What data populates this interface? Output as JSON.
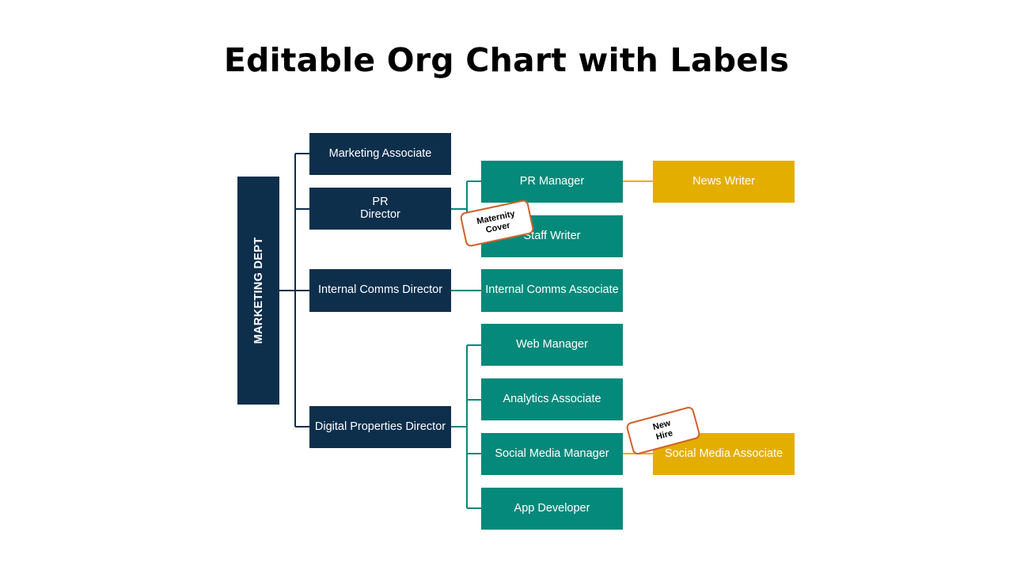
{
  "title": "Editable Org Chart with Labels",
  "department": "MARKETING DEPT",
  "directors": {
    "marketing_associate": "Marketing Associate",
    "pr_director": "PR\nDirector",
    "internal_comms_director": "Internal Comms Director",
    "digital_properties_director": "Digital Properties Director"
  },
  "staff": {
    "pr_manager": "PR Manager",
    "staff_writer": "Staff Writer",
    "internal_comms_associate": "Internal Comms Associate",
    "web_manager": "Web Manager",
    "analytics_associate": "Analytics Associate",
    "social_media_manager": "Social Media Manager",
    "app_developer": "App Developer"
  },
  "reports": {
    "news_writer": "News Writer",
    "social_media_associate": "Social Media Associate"
  },
  "labels": {
    "maternity_cover": {
      "line1": "Maternity",
      "line2": "Cover"
    },
    "new_hire": {
      "line1": "New",
      "line2": "Hire"
    }
  },
  "colors": {
    "navy": "#0e2f4c",
    "teal": "#05897a",
    "gold": "#e3ae00",
    "label_border": "#d0622a"
  }
}
